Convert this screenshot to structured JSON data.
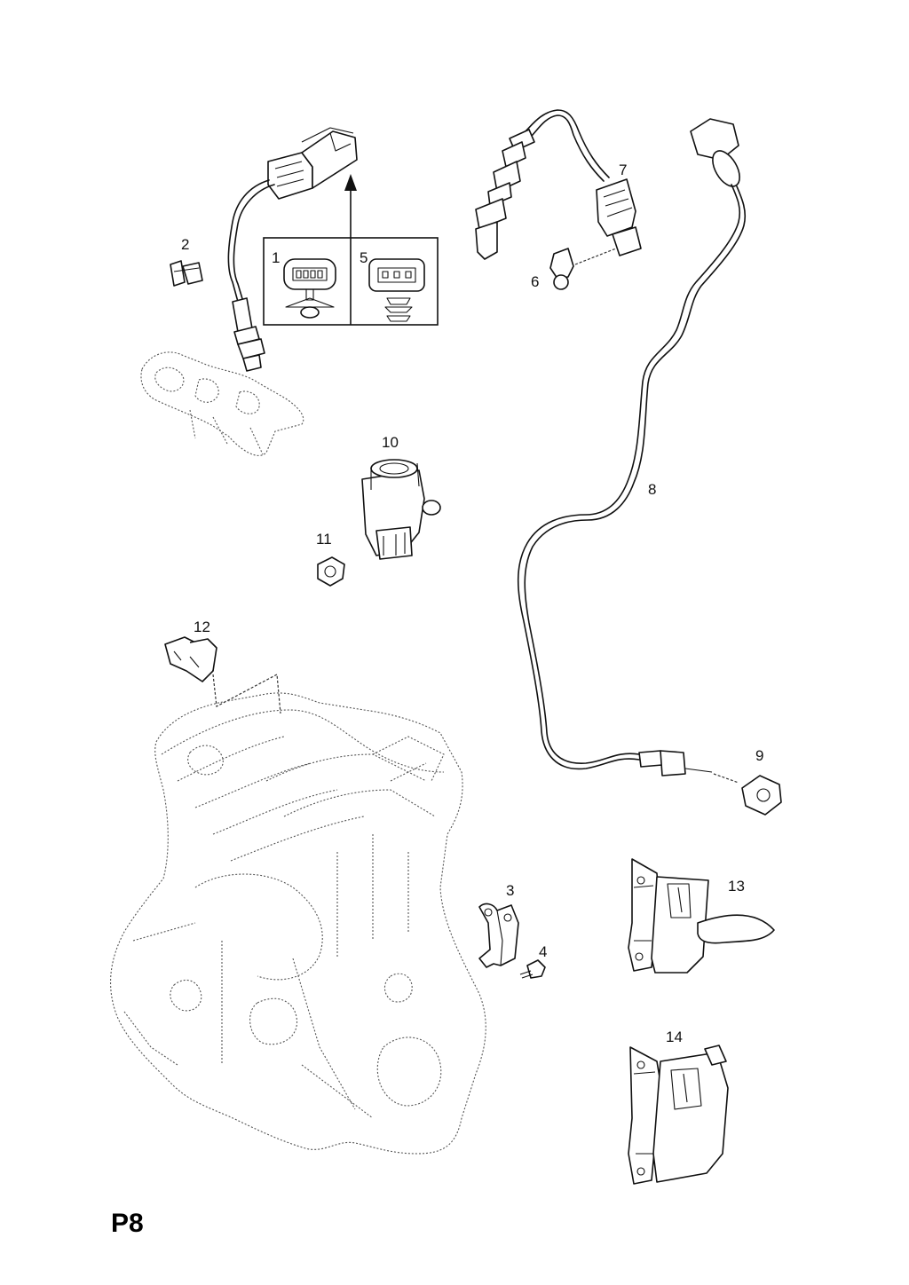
{
  "page_label": "P8",
  "callouts": {
    "c1": "1",
    "c2": "2",
    "c3": "3",
    "c4": "4",
    "c5": "5",
    "c6": "6",
    "c7": "7",
    "c8": "8",
    "c9": "9",
    "c10": "10",
    "c11": "11",
    "c12": "12",
    "c13": "13",
    "c14": "14"
  }
}
